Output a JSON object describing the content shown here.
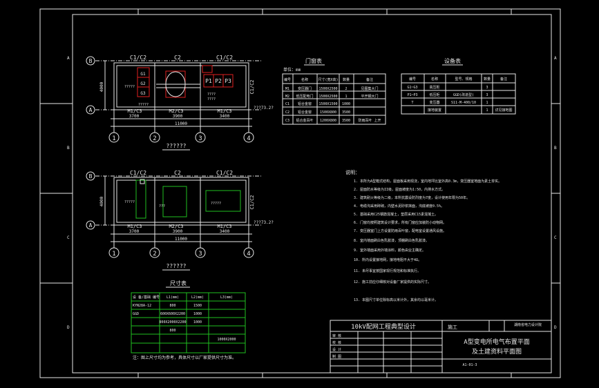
{
  "sheet": {
    "border_letters_left": [
      "A",
      "B",
      "C",
      "D"
    ],
    "border_letters_right": [
      "A",
      "B",
      "C",
      "D"
    ]
  },
  "plan1": {
    "axis_rows": [
      "B",
      "A"
    ],
    "axis_cols": [
      "1",
      "2",
      "3",
      "4"
    ],
    "rooms": [
      "C1/C2",
      "C2",
      "C1/C2"
    ],
    "side_label": "C1/C2",
    "doors": [
      "M1/C3",
      "M2/C3",
      "M1/C3"
    ],
    "dims": [
      "3700",
      "3900",
      "3400"
    ],
    "total": "11000",
    "depth": "4000",
    "panels": [
      "P1",
      "P2",
      "P3"
    ],
    "elev_note": "???73.2?",
    "caption": "??????"
  },
  "plan2": {
    "axis_rows": [
      "B",
      "A"
    ],
    "axis_cols": [
      "1",
      "2",
      "3",
      "4"
    ],
    "rooms": [
      "C1/C2",
      "C2",
      "C1/C2"
    ],
    "side_label": "C1/C2",
    "doors": [
      "M1/C3",
      "M2/C3",
      "M1/C3"
    ],
    "dims": [
      "3700",
      "3900",
      "3400"
    ],
    "total": "11000",
    "depth": "4000",
    "elev_note": "???73.2?",
    "caption": "??????"
  },
  "door_table": {
    "title": "门窗表",
    "unit": "单位：mm",
    "headers": [
      "编号",
      "名称",
      "尺寸(宽X高)",
      "数量",
      "备注"
    ],
    "rows": [
      [
        "M1",
        "变压器门",
        "1500X2500",
        "2",
        "见图集大门"
      ],
      [
        "M2",
        "低压配电门",
        "1500X2500",
        "1",
        "平开钢大门"
      ],
      [
        "C1",
        "铝合金窗",
        "1500X1500",
        "1000",
        ""
      ],
      [
        "C2",
        "铝合金窗",
        "1500X800",
        "3500",
        ""
      ],
      [
        "C3",
        "铝合金百叶",
        "1200X800",
        "3500",
        "防雨百叶 上开"
      ]
    ]
  },
  "equip_table": {
    "title": "设备表",
    "headers": [
      "编号",
      "名称",
      "型号、规格",
      "数量",
      "备注"
    ],
    "rows": [
      [
        "G1~G3",
        "高压柜",
        "",
        "3",
        ""
      ],
      [
        "P1~P3",
        "低压柜",
        "GGD(改进型)",
        "3",
        ""
      ],
      [
        "T",
        "变压器",
        "S11-M-400/10",
        "1",
        ""
      ],
      [
        "",
        "接地装置",
        "",
        "1",
        "详见接地图"
      ]
    ]
  },
  "size_table": {
    "title": "尺寸表",
    "headers": [
      "设 备/基础 编号",
      "L1(mm)",
      "L2(mm)",
      "L3(mm)"
    ],
    "rows": [
      [
        "KYN28A-12",
        "800",
        "1500",
        ""
      ],
      [
        "GGD",
        "600X600X2200",
        "1000",
        ""
      ],
      [
        "",
        "800X2000X2200",
        "1000",
        ""
      ],
      [
        "",
        "800",
        "",
        ""
      ],
      [
        "",
        "",
        "",
        "1000X2000"
      ],
      [
        "",
        "",
        "",
        ""
      ]
    ],
    "note": "注：图上尺寸均为参考，具体尺寸以厂家提供尺寸为准。"
  },
  "notes": {
    "title": "说明：",
    "lines": [
      "1. 本所为A型箱式结构，屋面板采用现浇，室内地坪比室外高0.3m，变压器室地面为素土夯实。",
      "2. 屋面防水等级为II级，屋面坡度为1:50，内排水方式。",
      "3. 建筑耐火等级为二级，本所抗震设防烈度为7度，设计使用年限为50年。",
      "4. 电缆沟采用砖砌，内壁水泥砂浆抹面，沟底坡度0.5%。",
      "5. 基础采用C25钢筋混凝土，垫层采用C15素混凝土。",
      "6. 门窗均按照建筑设计要求，所有门窗应加装防小动物网。",
      "7. 变压器室门上方设置防雨百叶窗，配电室设置通风设施。",
      "8. 室内墙面刷白色乳胶漆，顶棚刷白色乳胶漆。",
      "9. 室外墙面采用外墙涂料，颜色由业主确定。",
      "10. 所内设置接地网，接地电阻不大于4Ω。",
      "11. 未尽事宜按国家现行规范和标准执行。",
      "12. 施工前应仔细核对设备厂家提供的实际尺寸。",
      "13. 本图尺寸单位除标高以米计外，其余均以毫米计。"
    ]
  },
  "title_block": {
    "project": "10kV配网工程典型设计",
    "stage": "施工",
    "company": "湖南省电力设计院",
    "drawing_title_1": "A型变电所电气布置平面",
    "drawing_title_2": "及土建资料平面图",
    "drawing_no": "A1-01-3",
    "roles": [
      "审 核",
      "校 核",
      "设 计",
      "制 图"
    ]
  },
  "colors": {
    "background": "#000000",
    "line": "#e8e8e8",
    "green": "#20c020",
    "red": "#e02020",
    "accent_yellow": "#e0c000"
  }
}
